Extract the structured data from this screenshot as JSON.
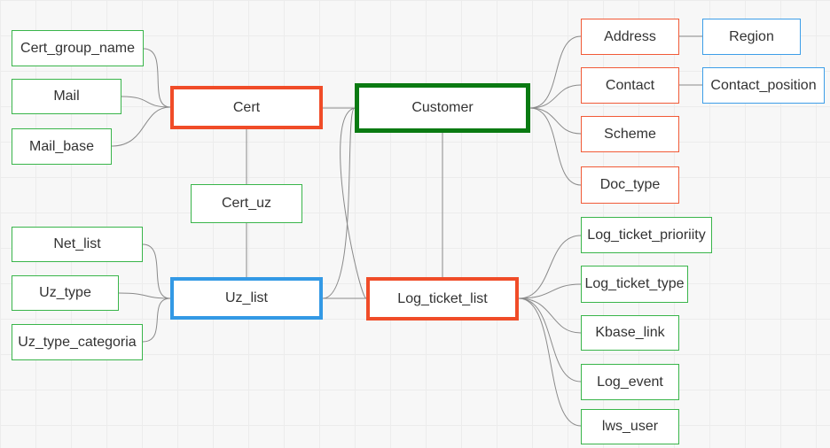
{
  "nodes": {
    "cert_group_name": "Cert_group_name",
    "mail": "Mail",
    "mail_base": "Mail_base",
    "cert": "Cert",
    "cert_uz": "Cert_uz",
    "net_list": "Net_list",
    "uz_type": "Uz_type",
    "uz_type_categoria": "Uz_type_categoria",
    "uz_list": "Uz_list",
    "customer": "Customer",
    "log_ticket_list": "Log_ticket_list",
    "address": "Address",
    "region": "Region",
    "contact": "Contact",
    "contact_position": "Contact_position",
    "scheme": "Scheme",
    "doc_type": "Doc_type",
    "log_ticket_prioriity": "Log_ticket_prioriity",
    "log_ticket_type": "Log_ticket_type",
    "kbase_link": "Kbase_link",
    "log_event": "Log_event",
    "lws_user": "lws_user"
  },
  "colors": {
    "leaf_green": "#39b54a",
    "leaf_orange": "#f15a37",
    "leaf_blue": "#3d9ee8",
    "main_orange": "#f04c28",
    "main_green": "#0a7a12",
    "main_blue": "#3399e5",
    "connector": "#8a8a8a"
  }
}
